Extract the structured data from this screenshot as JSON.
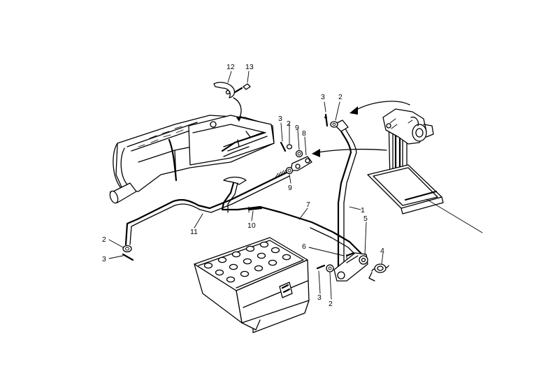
{
  "callouts": [
    {
      "id": "c-12a",
      "text": "12"
    },
    {
      "id": "c-13a",
      "text": "13"
    },
    {
      "id": "c-3a",
      "text": "3"
    },
    {
      "id": "c-2a",
      "text": "2"
    },
    {
      "id": "c-3b",
      "text": "3"
    },
    {
      "id": "c-2b",
      "text": "2"
    },
    {
      "id": "c-9a",
      "text": "9"
    },
    {
      "id": "c-8a",
      "text": "8"
    },
    {
      "id": "c-9b",
      "text": "9"
    },
    {
      "id": "c-1a",
      "text": "1"
    },
    {
      "id": "c-7a",
      "text": "7"
    },
    {
      "id": "c-10a",
      "text": "10"
    },
    {
      "id": "c-11a",
      "text": "11"
    },
    {
      "id": "c-2c",
      "text": "2"
    },
    {
      "id": "c-3c",
      "text": "3"
    },
    {
      "id": "c-5a",
      "text": "5"
    },
    {
      "id": "c-6a",
      "text": "6"
    },
    {
      "id": "c-4a",
      "text": "4"
    },
    {
      "id": "c-3d",
      "text": "3"
    },
    {
      "id": "c-2d",
      "text": "2"
    }
  ]
}
